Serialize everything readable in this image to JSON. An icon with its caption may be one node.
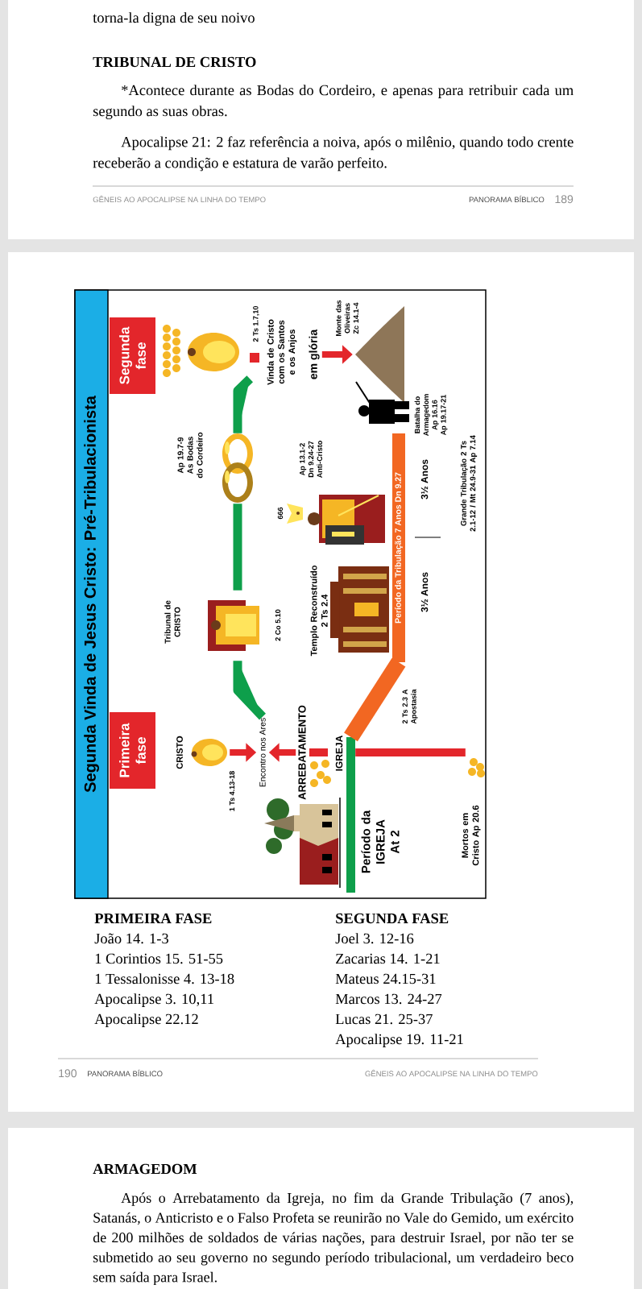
{
  "diagram": {
    "nodes": [
      {
        "text": [
          "Segunda Vinda de Jesus Cristo: Pré-Tribulacionista"
        ]
      },
      {
        "text": [
          "Primeira fase"
        ]
      },
      {
        "text": [
          "Segunda fase"
        ]
      },
      {
        "text": [],
        "shape": "picture",
        "beside": [
          "CRISTO"
        ]
      },
      {
        "text": [
          "Encontro nos Ares"
        ]
      },
      {
        "text": [
          "ARREBATAMENTO"
        ]
      },
      {
        "text": [],
        "shape": "picture",
        "beside": [
          "Tribunal de CRISTO",
          "2 Co 5.10"
        ]
      },
      {
        "text": [],
        "shape": "picture",
        "beside": [
          "Ap 19.7-9 As Bodas do Cordeiro"
        ]
      },
      {
        "text": [],
        "shape": "picture",
        "beside": [
          "2 Ts 1.7,10",
          "Vinda de Cristo com os Santos e os Anjos"
        ]
      },
      {
        "text": [
          "em glória"
        ]
      },
      {
        "text": [],
        "shape": "picture",
        "beside": [
          "Monte das Oliveiras Zc 14.1-4"
        ]
      },
      {
        "text": [
          "Período da Tribulação 7 Anos Dn 9.27"
        ]
      },
      {
        "text": [],
        "shape": "picture",
        "beside": [
          "Templo Reconstruído 2 Ts 2.4"
        ]
      },
      {
        "text": [],
        "shape": "picture",
        "beside": [
          "666",
          "Ap 13.1-2 Dn 9.24-27 Anti-Cristo"
        ]
      },
      {
        "text": [],
        "shape": "picture",
        "beside": [
          "Batalha do Armagedom Ap 16.16 Ap 19.17-21"
        ]
      },
      {
        "text": [],
        "shape": "bar",
        "beside": [
          "Período da IGREJA At 2"
        ]
      },
      {
        "text": [],
        "shape": "picture",
        "beside": [
          "Mortos em Cristo Ap 20.6"
        ]
      }
    ],
    "edges": [
      {
        "from": 3,
        "to": 4,
        "arrow": "to",
        "color": "#e3262b"
      },
      {
        "from": 5,
        "to": 4,
        "arrow": "to",
        "color": "#e3262b"
      },
      {
        "from": 4,
        "to": 6,
        "arrow": "none",
        "color": "#0e9f4b"
      },
      {
        "from": 6,
        "to": 7,
        "arrow": "none",
        "color": "#0e9f4b"
      },
      {
        "from": 7,
        "to": 8,
        "arrow": "none",
        "color": "#0e9f4b"
      },
      {
        "from": 9,
        "to": 10,
        "arrow": "to",
        "color": "#e3262b"
      },
      {
        "from": 15,
        "to": 11,
        "arrow": "none",
        "style": "thick",
        "color": "#f26722"
      },
      {
        "from": 15,
        "to": 16,
        "arrow": "none",
        "color": "#e3262b"
      }
    ],
    "labels": [
      "torna-la digna de seu noivo",
      "TRIBUNAL DE CRISTO",
      "*Acontece durante as Bodas do Cordeiro, e apenas para retribuir cada um segundo as suas obras.",
      "Apocalipse 21: 2 faz referência a noiva, após o milênio, quando todo crente receberão a condição e estatura de varão perfeito.",
      "GÊNEIS AO APOCALIPSE NA LINHA DO TEMPO",
      "PANORAMA BÍBLICO",
      "189",
      "1 Ts 4.13-18",
      "IGREJA",
      "2 Ts 2.3 A Apostasia",
      "3½ Anos",
      "3½ Anos",
      "Grande Tribulação 2 Ts 2.1-12 / Mt 24.9-31 Ap 7.14",
      "PRIMEIRA FASE",
      "João 14. 1-3",
      "1 Corintios 15. 51-55",
      "1 Tessalonisse 4. 13-18",
      "Apocalipse 3. 10,11",
      "Apocalipse 22.12",
      "SEGUNDA FASE",
      "Joel 3. 12-16",
      "Zacarias 14. 1-21",
      "Mateus 24.15-31",
      "Marcos 13. 24-27",
      "Lucas 21. 25-37",
      "Apocalipse 19. 11-21",
      "190",
      "PANORAMA BÍBLICO",
      "GÊNEIS AO APOCALIPSE NA LINHA DO TEMPO",
      "ARMAGEDOM",
      "Após o Arrebatamento da Igreja, no fim da Grande Tribulação (7 anos), Satanás, o Anticristo e o Falso Profeta se reunirão no Vale do Gemido, um exército de 200 milhões de soldados de várias nações, para destruir Israel, por não ter se submetido ao seu governo no segundo período tribulacional, um verdadeiro beco sem saída para Israel."
    ]
  }
}
